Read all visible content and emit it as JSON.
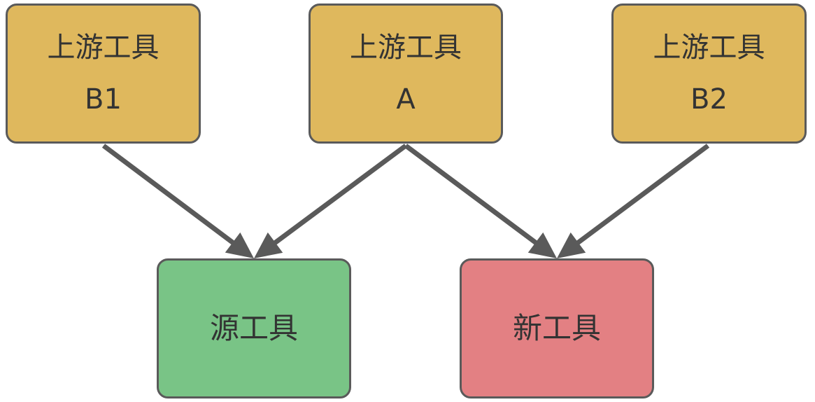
{
  "colors": {
    "upstream_fill": "#dfb85d",
    "source_fill": "#79c486",
    "new_fill": "#e38083",
    "border": "#5a5a5a",
    "arrow": "#5a5a5a",
    "text": "#333333"
  },
  "nodes": {
    "upstream_b1": {
      "title": "上游工具",
      "label": "B1"
    },
    "upstream_a": {
      "title": "上游工具",
      "label": "A"
    },
    "upstream_b2": {
      "title": "上游工具",
      "label": "B2"
    },
    "source_tool": {
      "title": "源工具"
    },
    "new_tool": {
      "title": "新工具"
    }
  },
  "edges": [
    {
      "from": "upstream_b1",
      "to": "source_tool"
    },
    {
      "from": "upstream_a",
      "to": "source_tool"
    },
    {
      "from": "upstream_a",
      "to": "new_tool"
    },
    {
      "from": "upstream_b2",
      "to": "new_tool"
    }
  ]
}
